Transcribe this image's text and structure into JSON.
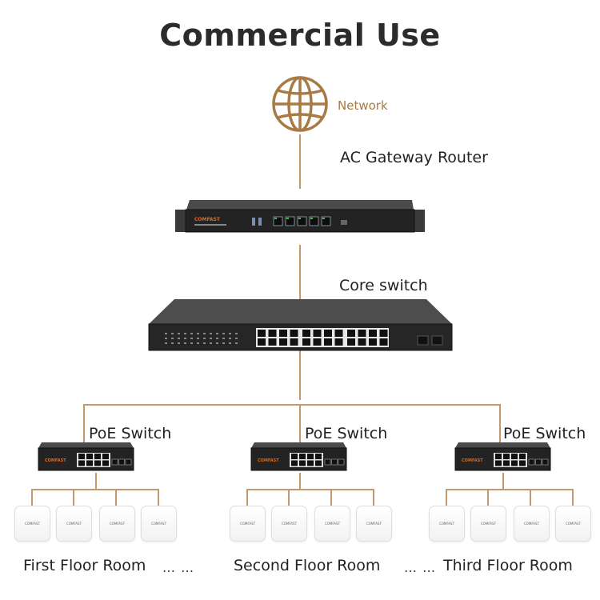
{
  "title": "Commercial Use",
  "network_label": "Network",
  "router_label": "AC Gateway Router",
  "core_switch_label": "Core switch",
  "poe_switch_label": "PoE Switch",
  "device_brand": "COMFAST",
  "floors": [
    "First Floor Room",
    "Second Floor Room",
    "Third Floor Room"
  ],
  "ellipsis": "… …",
  "colors": {
    "line": "#c49a6c",
    "globe": "#a87a45",
    "device_dark": "#2a2a2a"
  },
  "icons": [
    "globe-icon"
  ]
}
